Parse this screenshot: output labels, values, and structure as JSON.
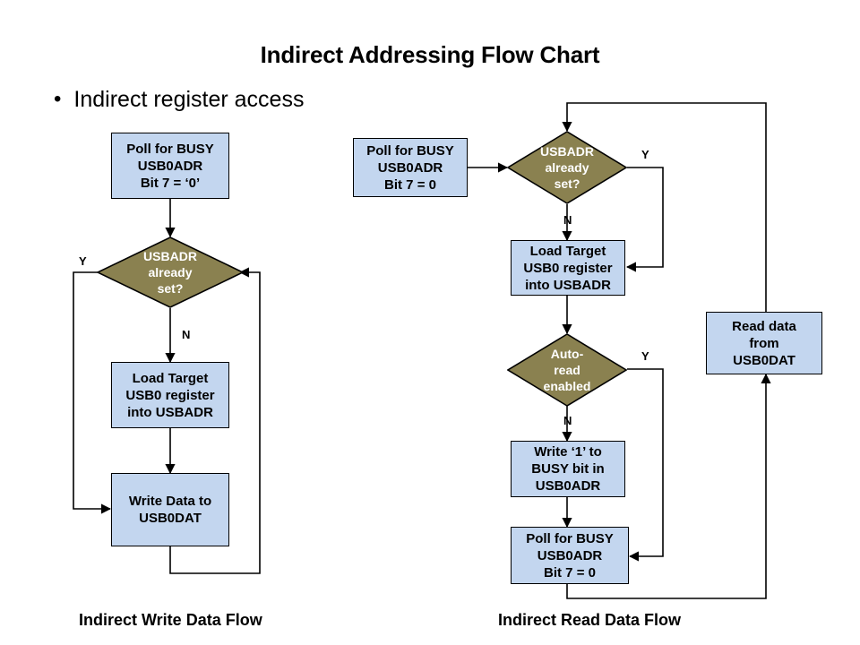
{
  "slide": {
    "title": "Indirect Addressing Flow Chart",
    "bullet_marker": "•",
    "bullet_text": "Indirect register access"
  },
  "colors": {
    "process_fill": "#c3d6ef",
    "decision_fill": "#8a8150",
    "stroke": "#000000",
    "decision_text": "#ffffff",
    "background": "#ffffff"
  },
  "write_flow": {
    "caption": "Indirect Write Data Flow",
    "nodes": {
      "poll_busy": "Poll for BUSY\nUSB0ADR\nBit 7 = ‘0’",
      "usbadr_set": "USBADR\nalready\nset?",
      "load_target": "Load Target\nUSB0 register\ninto USBADR",
      "write_data": "Write Data to\nUSB0DAT"
    },
    "branches": {
      "yes": "Y",
      "no": "N"
    }
  },
  "read_flow": {
    "caption": "Indirect Read Data Flow",
    "nodes": {
      "poll_busy": "Poll for BUSY\nUSB0ADR\nBit 7 = 0",
      "usbadr_set": "USBADR\nalready\nset?",
      "load_target": "Load Target\nUSB0 register\ninto USBADR",
      "auto_read": "Auto-\nread\nenabled",
      "write_busy": "Write ‘1’ to\nBUSY bit in\nUSB0ADR",
      "poll_busy2": "Poll for BUSY\nUSB0ADR\nBit 7 = 0",
      "read_data": "Read data\nfrom\nUSB0DAT"
    },
    "branches": {
      "usbadr_yes": "Y",
      "usbadr_no": "N",
      "autoread_yes": "Y",
      "autoread_no": "N"
    }
  }
}
